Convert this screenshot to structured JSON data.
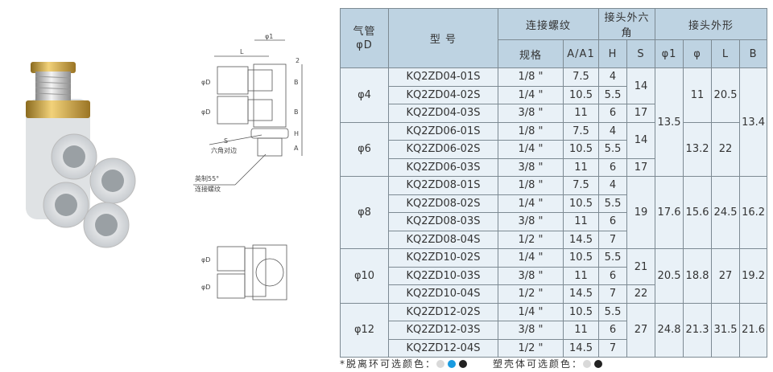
{
  "drawing": {
    "phi1": "φ1",
    "L": "L",
    "phiD": "φD",
    "phi": "φ",
    "B": "B",
    "H": "H",
    "A": "A",
    "two": "2",
    "S": "S",
    "hex_label": "六角对边",
    "thread_label_1": "英制55°",
    "thread_label_2": "连接螺纹"
  },
  "table": {
    "headers": {
      "tube": "气管\nφD",
      "model": "型  号",
      "thread": "连接螺纹",
      "hex": "接头外六角",
      "shape": "接头外形",
      "spec": "规格",
      "a": "A/A1",
      "h": "H",
      "s": "S",
      "phi1": "φ1",
      "phi": "φ",
      "l": "L",
      "b": "B"
    },
    "groups": [
      {
        "tube": "φ4",
        "phi1": "13.5",
        "phi": "11",
        "l": "20.5",
        "b": "13.4",
        "rows": [
          [
            "KQ2ZD04-01S",
            "1/8 \"",
            "7.5",
            "4"
          ],
          [
            "KQ2ZD04-02S",
            "1/4 \"",
            "10.5",
            "5.5"
          ],
          [
            "KQ2ZD04-03S",
            "3/8 \"",
            "11",
            "6"
          ]
        ]
      },
      {
        "tube": "φ6",
        "phi": "13.2",
        "l": "22",
        "rows": [
          [
            "KQ2ZD06-01S",
            "1/8 \"",
            "7.5",
            "4"
          ],
          [
            "KQ2ZD06-02S",
            "1/4 \"",
            "10.5",
            "5.5"
          ],
          [
            "KQ2ZD06-03S",
            "3/8 \"",
            "11",
            "6"
          ]
        ]
      },
      {
        "tube": "φ8",
        "phi1": "17.6",
        "phi": "15.6",
        "l": "24.5",
        "b": "16.2",
        "rows": [
          [
            "KQ2ZD08-01S",
            "1/8 \"",
            "7.5",
            "4"
          ],
          [
            "KQ2ZD08-02S",
            "1/4 \"",
            "10.5",
            "5.5"
          ],
          [
            "KQ2ZD08-03S",
            "3/8 \"",
            "11",
            "6"
          ],
          [
            "KQ2ZD08-04S",
            "1/2 \"",
            "14.5",
            "7"
          ]
        ]
      },
      {
        "tube": "φ10",
        "phi1": "20.5",
        "phi": "18.8",
        "l": "27",
        "b": "19.2",
        "rows": [
          [
            "KQ2ZD10-02S",
            "1/4 \"",
            "10.5",
            "5.5"
          ],
          [
            "KQ2ZD10-03S",
            "3/8 \"",
            "11",
            "6"
          ],
          [
            "KQ2ZD10-04S",
            "1/2 \"",
            "14.5",
            "7"
          ]
        ]
      },
      {
        "tube": "φ12",
        "phi1": "24.8",
        "phi": "21.3",
        "l": "31.5",
        "b": "21.6",
        "rows": [
          [
            "KQ2ZD12-02S",
            "1/4 \"",
            "10.5",
            "5.5"
          ],
          [
            "KQ2ZD12-03S",
            "3/8 \"",
            "11",
            "6"
          ],
          [
            "KQ2ZD12-04S",
            "1/2 \"",
            "14.5",
            "7"
          ]
        ]
      }
    ],
    "s_spans": [
      [
        "14",
        2
      ],
      [
        "17",
        1
      ],
      [
        "14",
        2
      ],
      [
        "17",
        1
      ],
      [
        "19",
        4
      ],
      [
        "21",
        2
      ],
      [
        "22",
        1
      ],
      [
        "27",
        3
      ]
    ],
    "spans": {
      "phi1": [
        6,
        0,
        0,
        4,
        3,
        3
      ],
      "b": [
        6,
        0,
        0,
        4,
        3,
        3
      ]
    }
  },
  "footer": {
    "release_ring_label": "*脱离环可选颜色：",
    "release_ring_colors": [
      "#d9d9d9",
      "#1a9be0",
      "#222222"
    ],
    "body_label": "塑壳体可选颜色：",
    "body_colors": [
      "#d9d9d9",
      "#222222"
    ]
  }
}
